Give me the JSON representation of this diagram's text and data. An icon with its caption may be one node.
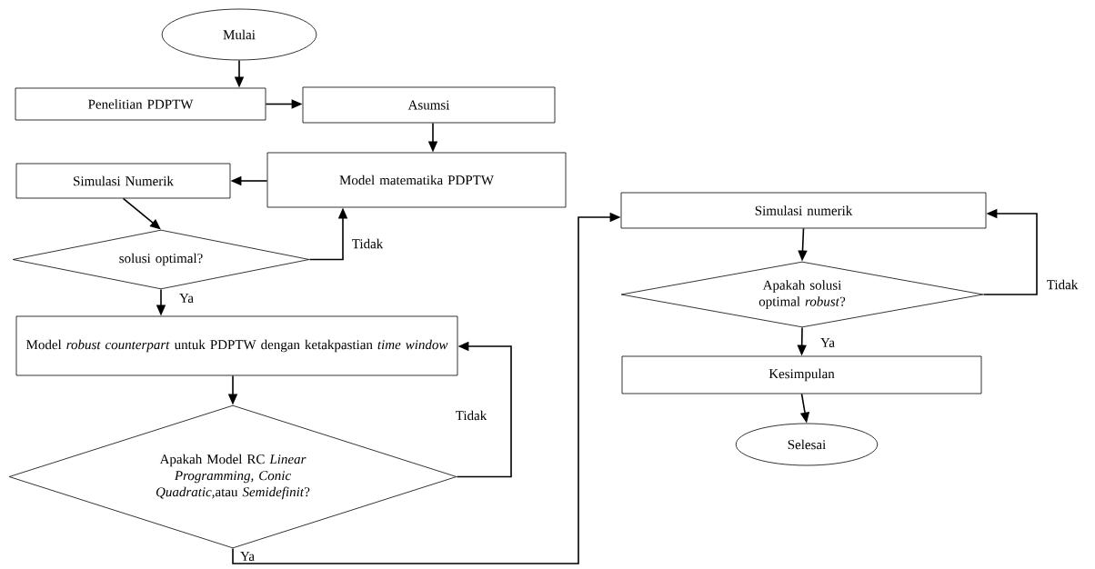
{
  "diagram": {
    "nodes": [
      {
        "text": [
          "Mulai"
        ]
      },
      {
        "text": [
          "Penelitian PDPTW"
        ]
      },
      {
        "text": [
          "Asumsi"
        ]
      },
      {
        "text": [
          "Model matematika PDPTW"
        ]
      },
      {
        "text": [
          "Simulasi Numerik"
        ]
      },
      {
        "text": [
          "solusi optimal?"
        ]
      },
      {
        "text": [
          "Model *robust counterpart* untuk PDPTW dengan ketakpastian *time window*"
        ]
      },
      {
        "text": [
          "Apakah Model RC *Linear Programming, Conic Quadratic*,atau *Semidefinit*?"
        ]
      },
      {
        "text": [
          "Simulasi numerik"
        ]
      },
      {
        "text": [
          "Apakah solusi optimal *robust*?"
        ]
      },
      {
        "text": [
          "Kesimpulan"
        ]
      },
      {
        "text": [
          "Selesai"
        ]
      }
    ],
    "edges": [
      {
        "from": 0,
        "to": 1,
        "arrow": "to"
      },
      {
        "from": 1,
        "to": 2,
        "arrow": "to"
      },
      {
        "from": 2,
        "to": 3,
        "arrow": "to"
      },
      {
        "from": 3,
        "to": 4,
        "arrow": "to"
      },
      {
        "from": 4,
        "to": 5,
        "arrow": "to"
      },
      {
        "from": 5,
        "to": 3,
        "arrow": "to",
        "label": "Tidak"
      },
      {
        "from": 5,
        "to": 6,
        "arrow": "to",
        "label": "Ya"
      },
      {
        "from": 6,
        "to": 7,
        "arrow": "to"
      },
      {
        "from": 7,
        "to": 6,
        "arrow": "to",
        "label": "Tidak"
      },
      {
        "from": 7,
        "to": 8,
        "arrow": "to",
        "label": "Ya"
      },
      {
        "from": 8,
        "to": 9,
        "arrow": "to"
      },
      {
        "from": 9,
        "to": 8,
        "arrow": "to",
        "label": "Tidak"
      },
      {
        "from": 9,
        "to": 10,
        "arrow": "to",
        "label": "Ya"
      },
      {
        "from": 10,
        "to": 11,
        "arrow": "to"
      }
    ]
  }
}
